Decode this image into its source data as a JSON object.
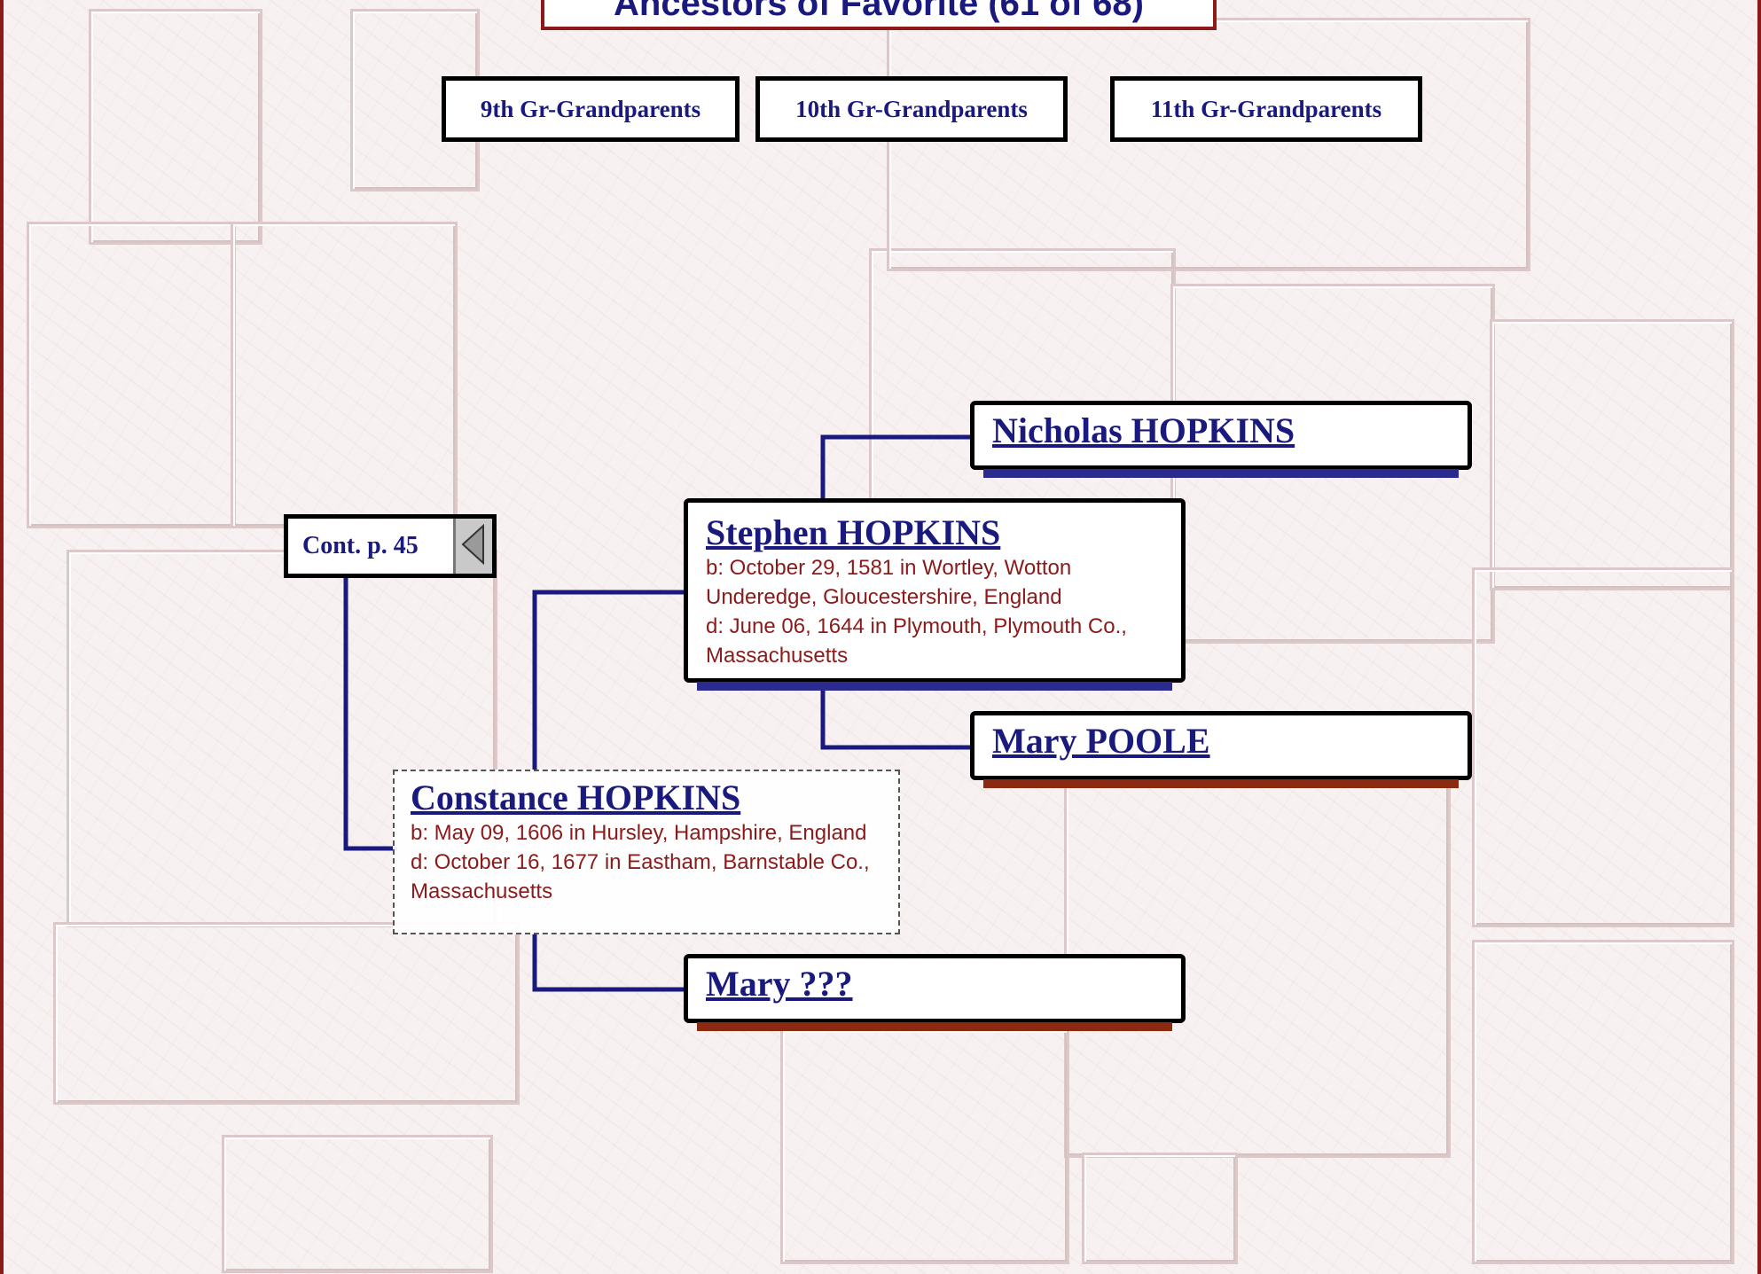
{
  "page": {
    "title": "Ancestors of Favorite (61 of 68)"
  },
  "generations": [
    {
      "label": "9th Gr-Grandparents"
    },
    {
      "label": "10th Gr-Grandparents"
    },
    {
      "label": "11th Gr-Grandparents"
    }
  ],
  "continuation": {
    "label": "Cont. p. 45",
    "icon": "triangle-left-icon"
  },
  "people": {
    "root": {
      "name": "Constance HOPKINS",
      "birth": "b: May 09, 1606 in Hursley, Hampshire, England",
      "death": "d: October 16, 1677 in Eastham, Barnstable Co., Massachusetts"
    },
    "father": {
      "name": "Stephen HOPKINS",
      "birth": "b: October 29, 1581 in Wortley, Wotton Underedge, Gloucestershire, England",
      "death": "d: June 06, 1644 in Plymouth, Plymouth Co., Massachusetts"
    },
    "mother": {
      "name": "Mary ???"
    },
    "paternal_grandfather": {
      "name": "Nicholas HOPKINS"
    },
    "paternal_grandmother": {
      "name": "Mary POOLE"
    }
  },
  "colors": {
    "male_accent": "#2b2b8f",
    "female_accent": "#8b2a10",
    "link_text": "#1a1a7e",
    "detail_text": "#8b1a1a",
    "connector": "#1a1a7e",
    "frame": "#8b1a1a"
  }
}
